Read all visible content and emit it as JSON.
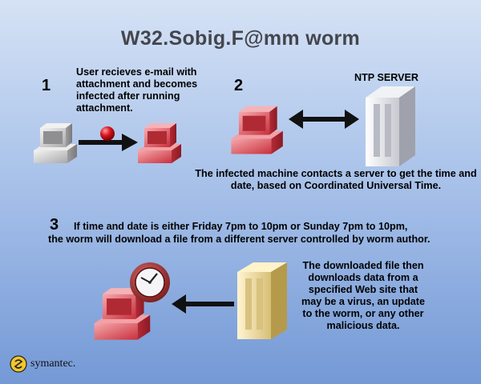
{
  "title": "W32.Sobig.F@mm worm",
  "steps": [
    {
      "number": "1",
      "text": "User recieves e-mail with attachment and becomes infected after running attachment."
    },
    {
      "number": "2",
      "server_label": "NTP SERVER",
      "text": "The infected machine contacts a server to get the time and date, based on Coordinated Universal Time."
    },
    {
      "number": "3",
      "text_line1": "If time and date is either Friday 7pm to 10pm or Sunday 7pm to 10pm,",
      "text_line2": "the worm will download a file from a different server controlled by worm author."
    }
  ],
  "download_note": "The downloaded file then downloads data from a specified Web site that may be a virus, an update to the worm, or any other malicious data.",
  "logo": {
    "text": "symantec."
  },
  "colors": {
    "infected": "#d9464f",
    "clean": "#c9c9cb",
    "server": "#d9dbe2",
    "worm_server": "#e8d497",
    "title": "#44464d",
    "logo": "#f2c52a"
  }
}
